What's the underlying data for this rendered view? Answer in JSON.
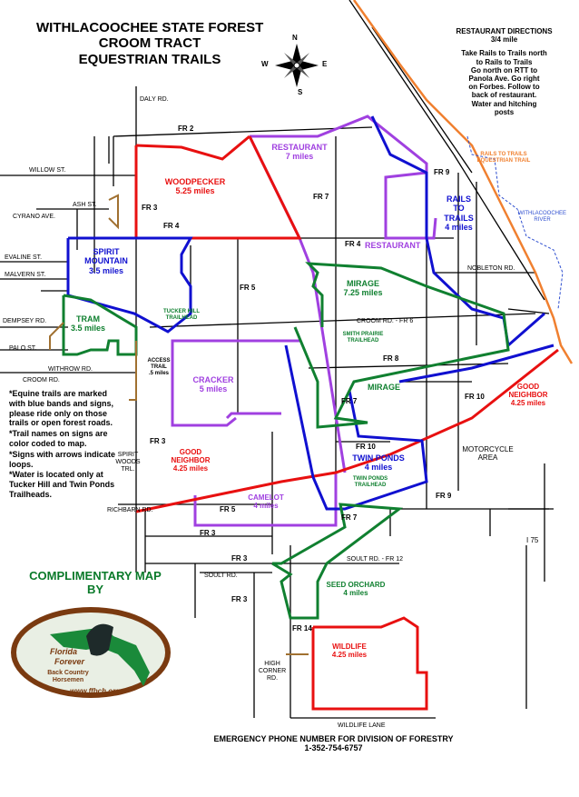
{
  "title": {
    "line1": "WITHLACOOCHEE STATE FOREST",
    "line2": "CROOM TRACT",
    "line3": "EQUESTRIAN TRAILS"
  },
  "compass": {
    "n": "N",
    "s": "S",
    "e": "E",
    "w": "W"
  },
  "directions": {
    "heading": "RESTAURANT DIRECTIONS",
    "distance": "3/4 mile",
    "lines": [
      "Take Rails to Trails north",
      "to Rails to Trails",
      "Go north on RTT to",
      "Panola Ave. Go right",
      "on Forbes.  Follow to",
      "back of restaurant.",
      "Water and hitching",
      "posts"
    ]
  },
  "trails": {
    "restaurant": {
      "name": "RESTAURANT",
      "miles": "7 miles"
    },
    "woodpecker": {
      "name": "WOODPECKER",
      "miles": "5.25 miles"
    },
    "rails": {
      "line1": "RAILS",
      "line2": "TO",
      "line3": "TRAILS",
      "miles": "4 miles"
    },
    "spirit": {
      "line1": "SPIRIT",
      "line2": "MOUNTAIN",
      "miles": "3.5 miles"
    },
    "mirage_north": {
      "name": "MIRAGE",
      "miles": "7.25 miles"
    },
    "tram": {
      "name": "TRAM",
      "miles": "3.5 miles"
    },
    "cracker": {
      "name": "CRACKER",
      "miles": "5 miles"
    },
    "mirage_south": {
      "name": "MIRAGE"
    },
    "good_neighbor_east": {
      "line1": "GOOD",
      "line2": "NEIGHBOR",
      "miles": "4.25 miles"
    },
    "good_neighbor_west": {
      "line1": "GOOD",
      "line2": "NEIGHBOR",
      "miles": "4.25 miles"
    },
    "twin_ponds": {
      "name": "TWIN PONDS",
      "miles": "4 miles"
    },
    "camelot": {
      "name": "CAMELOT",
      "miles": "4 miles"
    },
    "seed_orchard": {
      "name": "SEED ORCHARD",
      "miles": "4 miles"
    },
    "wildlife": {
      "name": "WILDLIFE",
      "miles": "4.25 miles"
    },
    "restaurant_label": "RESTAURANT"
  },
  "trailheads": {
    "tucker_hill": {
      "line1": "TUCKER HILL",
      "line2": "TRAILHEAD"
    },
    "smith_prairie": {
      "line1": "SMITH PRAIRIE",
      "line2": "TRAILHEAD"
    },
    "twin_ponds": {
      "line1": "TWIN PONDS",
      "line2": "TRAILHEAD"
    },
    "access_trail": {
      "line1": "ACCESS",
      "line2": "TRAIL",
      "line3": ".5 miles"
    }
  },
  "roads": {
    "daly": "DALY RD.",
    "willow": "WILLOW ST.",
    "ash": "ASH ST.",
    "cyrano": "CYRANO AVE.",
    "evaline": "EVALINE ST.",
    "malvern": "MALVERN ST.",
    "dempsey": "DEMPSEY RD.",
    "palo": "PALO ST.",
    "withrow": "WITHROW RD.",
    "croom": "CROOM RD.",
    "spirit_woods_1": "SPIRIT",
    "spirit_woods_2": "WOODS",
    "spirit_woods_3": "TRL.",
    "richbarn": "RICHBARN RD.",
    "soult": "SOULT RD.",
    "high_corner_1": "HIGH",
    "high_corner_2": "CORNER",
    "high_corner_3": "RD.",
    "wildlife_lane": "WILDLIFE LANE",
    "nobleton": "NOBLETON RD.",
    "croom_fr6": "CROOM RD. - FR 6",
    "soult_fr12": "SOULT RD. - FR 12",
    "i75": "I 75",
    "motorcycle_1": "MOTORCYCLE",
    "motorcycle_2": "AREA",
    "rails_trail_1": "RAILS TO TRAILS",
    "rails_trail_2": "EQUESTRIAN TRAIL",
    "river_1": "WITHLACOOCHEE",
    "river_2": "RIVER"
  },
  "forest_roads": {
    "fr2": "FR 2",
    "fr3_a": "FR 3",
    "fr4_w": "FR 4",
    "fr4_e": "FR 4",
    "fr5_a": "FR 5",
    "fr7_a": "FR 7",
    "fr8": "FR 8",
    "fr9_a": "FR 9",
    "fr7_b": "FR 7",
    "fr10_a": "FR 10",
    "fr10_b": "FR 10",
    "fr3_b": "FR 3",
    "fr9_b": "FR 9",
    "fr5_b": "FR 5",
    "fr3_c": "FR 3",
    "fr7_c": "FR 7",
    "fr3_d": "FR 3",
    "fr3_e": "FR 3",
    "fr14": "FR 14"
  },
  "notes": [
    "*Equine trails are marked with blue bands and signs, please ride only on those trails or open forest roads.",
    "*Trail names on signs are color coded to map.",
    "*Signs with arrows indicate loops.",
    "*Water is located only at Tucker Hill and Twin Ponds Trailheads."
  ],
  "complimentary": {
    "line1": "COMPLIMENTARY MAP",
    "line2": "BY"
  },
  "logo": {
    "arc1": "Florida",
    "arc2": "Forever",
    "org1": "Back Country",
    "org2": "Horsemen",
    "url": "www.ffbch.org"
  },
  "emergency": {
    "line1": "EMERGENCY PHONE NUMBER FOR DIVISION OF FORESTRY",
    "line2": "1-352-754-6757"
  },
  "colors": {
    "purple": "#a040e0",
    "red": "#e81010",
    "blue": "#1010d0",
    "green": "#108030",
    "orange": "#f08030",
    "brown": "#a07030",
    "darkgreen": "#0a7a2a",
    "river": "#3050d0"
  }
}
